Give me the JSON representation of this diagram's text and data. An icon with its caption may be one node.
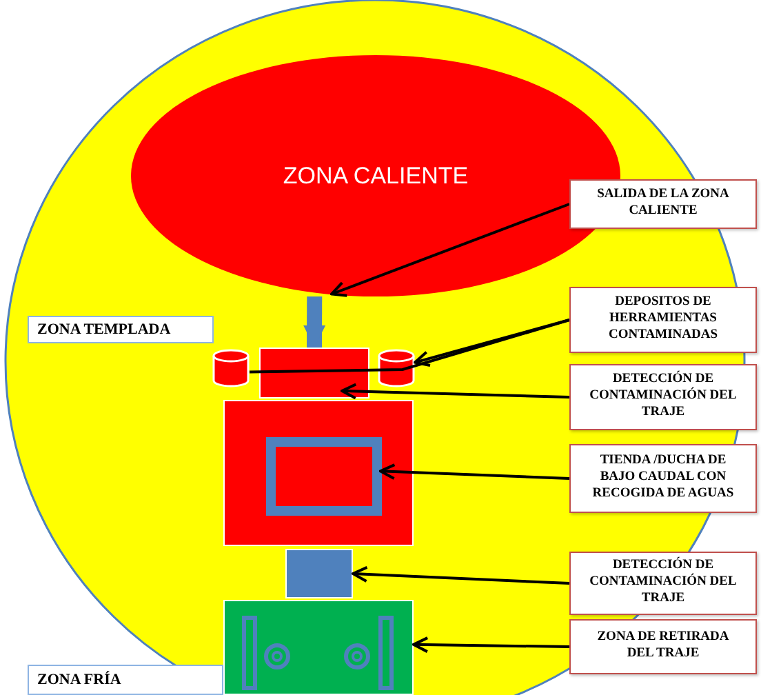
{
  "diagram": {
    "nodes": [
      {
        "text": [
          "ZONA CALIENTE"
        ]
      },
      {
        "text": [
          "SALIDA DE LA ZONA CALIENTE"
        ]
      },
      {
        "text": [
          "ZONA TEMPLADA"
        ]
      },
      {
        "text": [
          "DEPOSITOS DE HERRAMIENTAS CONTAMINADAS"
        ]
      },
      {
        "text": [],
        "shape": "cylinder"
      },
      {
        "text": [],
        "shape": "box"
      },
      {
        "text": [],
        "shape": "cylinder"
      },
      {
        "text": [
          "DETECCIÓN DE CONTAMINACIÓN DEL TRAJE"
        ]
      },
      {
        "text": [],
        "shape": "box"
      },
      {
        "text": [],
        "shape": "box",
        "in": 8
      },
      {
        "text": [
          "TIENDA /DUCHA DE BAJO CAUDAL CON RECOGIDA DE AGUAS"
        ]
      },
      {
        "text": [],
        "shape": "box"
      },
      {
        "text": [
          "DETECCIÓN DE CONTAMINACIÓN DEL TRAJE"
        ]
      },
      {
        "text": [],
        "shape": "box"
      },
      {
        "text": [
          "ZONA DE RETIRADA DEL TRAJE"
        ]
      },
      {
        "text": [
          "ZONA FRÍA"
        ]
      }
    ],
    "edges": [
      {
        "from": 0,
        "to": 5,
        "arrow": "to",
        "style": "thick",
        "color": "#4f81bd"
      },
      {
        "from": 1,
        "to": 0,
        "arrow": "to"
      },
      {
        "from": 3,
        "to": 6,
        "arrow": "to"
      },
      {
        "from": 3,
        "to": 4,
        "arrow": "none"
      },
      {
        "from": 7,
        "to": 5,
        "arrow": "to"
      },
      {
        "from": 10,
        "to": 9,
        "arrow": "to"
      },
      {
        "from": 12,
        "to": 11,
        "arrow": "to"
      },
      {
        "from": 14,
        "to": 13,
        "arrow": "to"
      }
    ]
  }
}
